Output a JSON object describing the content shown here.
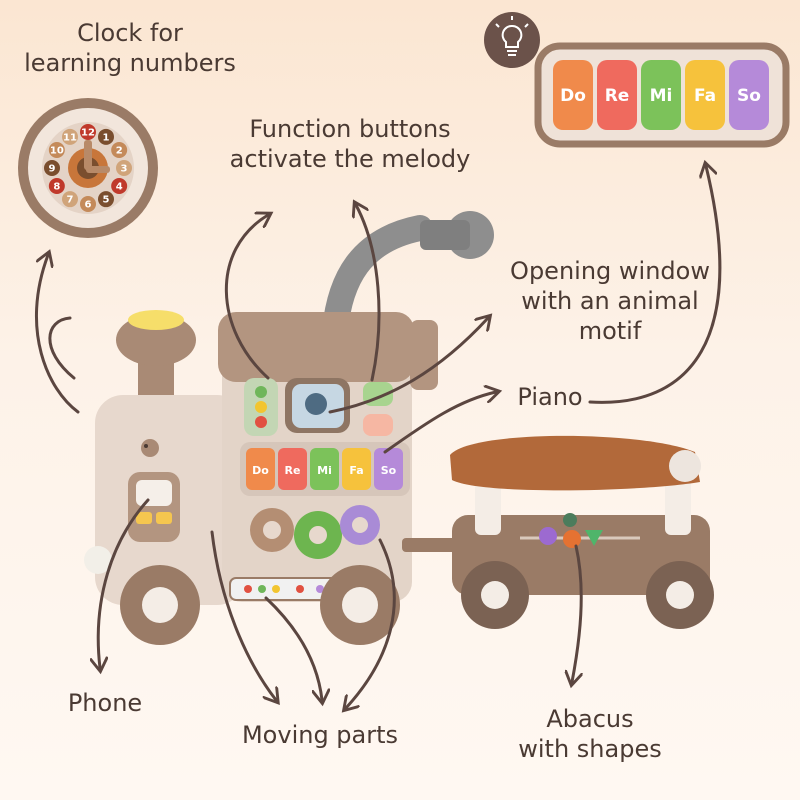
{
  "labels": {
    "clock": [
      "Clock for",
      "learning numbers"
    ],
    "function_buttons": [
      "Function buttons",
      "activate the melody"
    ],
    "opening_window": [
      "Opening window",
      "with an animal",
      "motif"
    ],
    "piano": "Piano",
    "phone": "Phone",
    "moving_parts": "Moving parts",
    "abacus": [
      "Abacus",
      "with shapes"
    ]
  },
  "piano_keys": [
    "Do",
    "Re",
    "Mi",
    "Fa",
    "So"
  ],
  "clock_numbers": [
    "12",
    "1",
    "2",
    "3",
    "4",
    "5",
    "6",
    "7",
    "8",
    "9",
    "10",
    "11"
  ],
  "icons": [
    "lightbulb-icon"
  ],
  "colors": {
    "key_orange": "#f08a4b",
    "key_red": "#ef6a5e",
    "key_green": "#7cc25a",
    "key_yellow": "#f6c23c",
    "key_purple": "#b58ad9",
    "toy_brown": "#9a7b66",
    "toy_cream": "#e9dcd2",
    "arrow": "#5b4640"
  }
}
